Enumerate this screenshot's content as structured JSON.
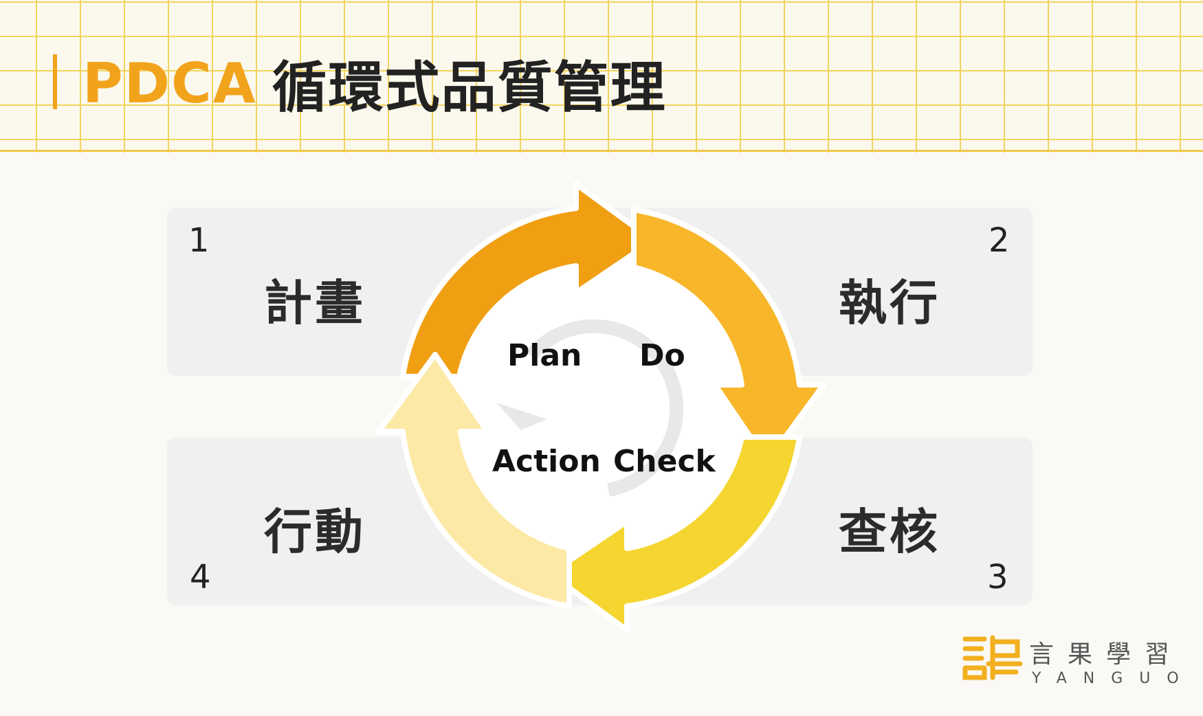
{
  "header": {
    "title_en": "PDCA",
    "title_zh": "循環式品質管理"
  },
  "quadrants": [
    {
      "number": "1",
      "label": "計畫",
      "en": "Plan"
    },
    {
      "number": "2",
      "label": "執行",
      "en": "Do"
    },
    {
      "number": "3",
      "label": "查核",
      "en": "Check"
    },
    {
      "number": "4",
      "label": "行動",
      "en": "Action"
    }
  ],
  "logo": {
    "name_zh": "言果學習",
    "name_en": "YANGUO"
  },
  "colors": {
    "accent": "#f2a31c",
    "plan_arrow": "#f09f12",
    "do_arrow": "#f8b62a",
    "check_arrow": "#f5d530",
    "action_arrow": "#fde9a6",
    "panel": "#f0f0f0",
    "grid_line": "#f3d35e"
  }
}
